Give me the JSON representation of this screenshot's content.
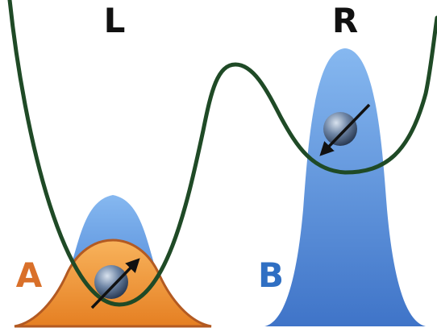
{
  "labels": {
    "left_well": "L",
    "right_well": "R",
    "state_a": "A",
    "state_b": "B"
  },
  "colors": {
    "potential_curve": "#1f4a26",
    "blue_fill": "#4f88d8",
    "blue_fill_light": "#7db1ee",
    "orange_fill": "#ec8a2b",
    "orange_fill_light": "#f6ad56",
    "orange_outline": "#b35a22",
    "label_a": "#d9702a",
    "label_b": "#2f6fc3",
    "label_lr": "#111111",
    "arrow": "#111111",
    "spin_ball_light": "#c9d6e6",
    "spin_ball_dark": "#24344e"
  },
  "icons": {
    "spin_left": "spin-up-right-arrow-icon",
    "spin_right": "spin-down-left-arrow-icon"
  }
}
